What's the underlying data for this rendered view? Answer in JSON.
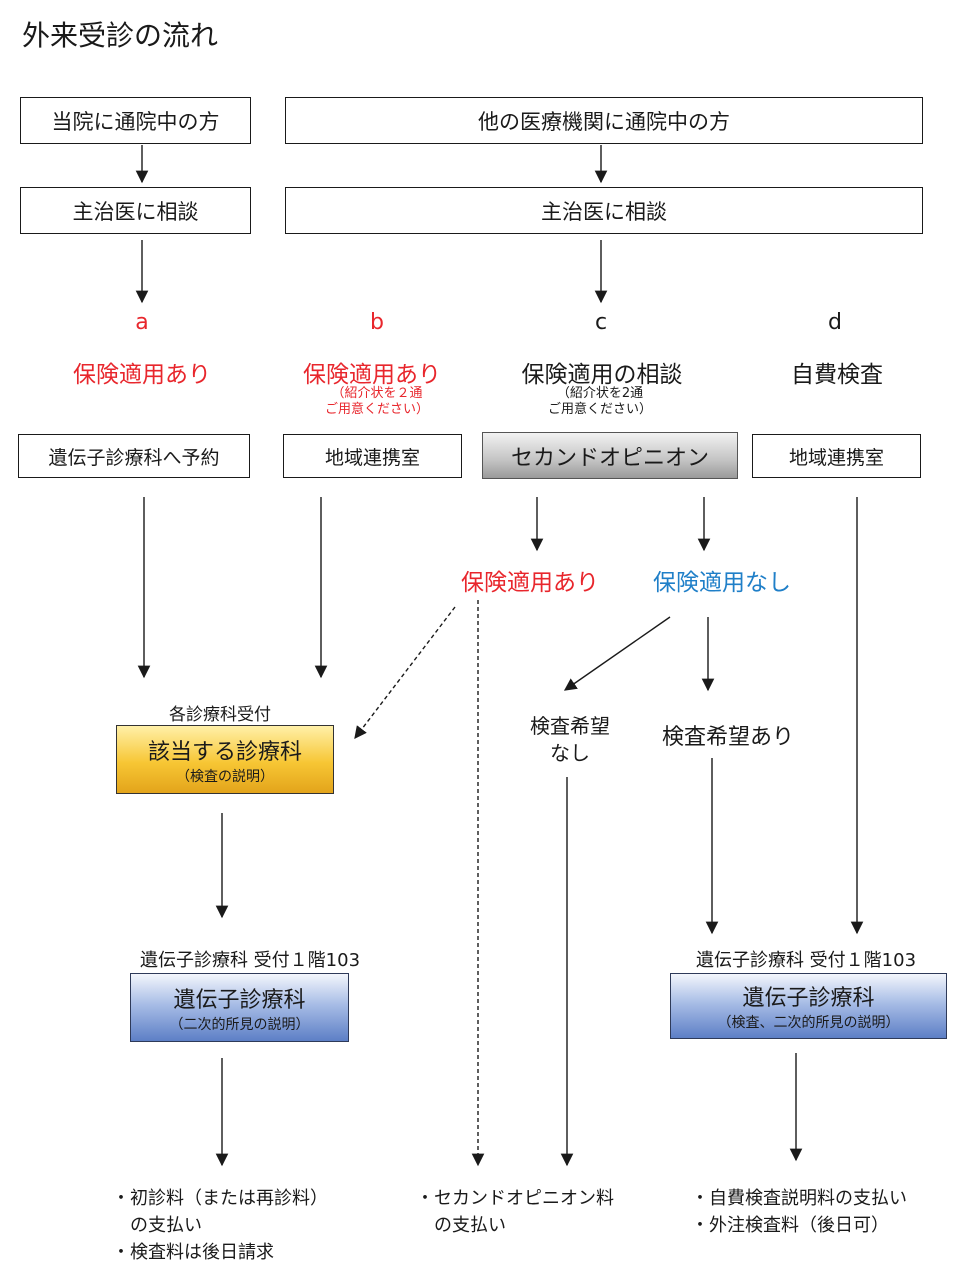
{
  "title": "外来受診の流れ",
  "top": {
    "own_hospital": "当院に通院中の方",
    "other_hospital": "他の医療機関に通院中の方",
    "consult_left": "主治医に相談",
    "consult_right": "主治医に相談"
  },
  "routes": {
    "a": {
      "letter": "a",
      "label": "保険適用あり",
      "box": "遺伝子診療科へ予約"
    },
    "b": {
      "letter": "b",
      "label": "保険適用あり",
      "note1": "（紹介状を２通",
      "note2": "ご用意ください）",
      "box": "地域連携室"
    },
    "c": {
      "letter": "c",
      "label": "保険適用の相談",
      "note1": "（紹介状を2通",
      "note2": "ご用意ください）",
      "box": "セカンドオピニオン"
    },
    "d": {
      "letter": "d",
      "label": "自費検査",
      "box": "地域連携室"
    }
  },
  "second_opinion": {
    "insured": "保険適用あり",
    "uninsured": "保険適用なし",
    "no_test_1": "検査希望",
    "no_test_2": "なし",
    "want_test": "検査希望あり"
  },
  "department": {
    "reception": "各診療科受付",
    "title": "該当する診療科",
    "subtitle": "（検査の説明）"
  },
  "genetics_left": {
    "reception": "遺伝子診療科 受付１階103",
    "title": "遺伝子診療科",
    "subtitle": "（二次的所見の説明）"
  },
  "genetics_right": {
    "reception": "遺伝子診療科 受付１階103",
    "title": "遺伝子診療科",
    "subtitle": "（検査、二次的所見の説明）"
  },
  "payments": {
    "left_1": "・初診料（または再診料）",
    "left_2": "の支払い",
    "left_3": "・検査料は後日請求",
    "middle_1": "・セカンドオピニオン料",
    "middle_2": "の支払い",
    "right_1": "・自費検査説明料の支払い",
    "right_2": "・外注検査料（後日可）"
  },
  "colors": {
    "insured_red": "#e8262c",
    "uninsured_blue": "#1f7fc8",
    "gold_box": "#f7c634",
    "navy_box": "#5d7fc6",
    "gray_box": "#c4c4c4"
  }
}
